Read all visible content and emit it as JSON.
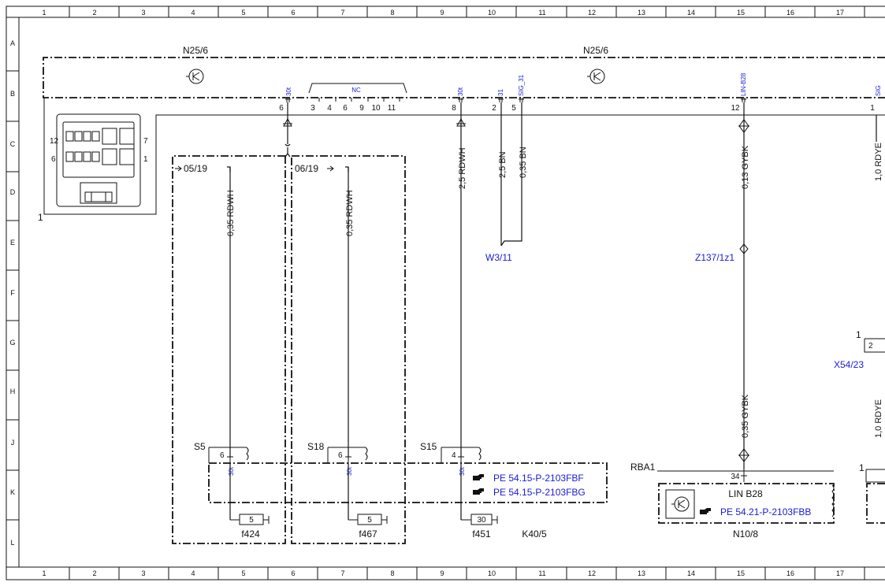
{
  "grid": {
    "columns": [
      "1",
      "2",
      "3",
      "4",
      "5",
      "6",
      "7",
      "8",
      "9",
      "10",
      "11",
      "12",
      "13",
      "14",
      "15",
      "16",
      "17"
    ],
    "rows": [
      "A",
      "B",
      "C",
      "D",
      "E",
      "F",
      "G",
      "H",
      "J",
      "K",
      "L"
    ]
  },
  "module": {
    "name_left": "N25/6",
    "name_right": "N25/6",
    "connector_callout": "1",
    "connector_pins": {
      "top_left": "12",
      "top_right": "7",
      "bottom_left": "6",
      "bottom_right": "1"
    }
  },
  "nc_label": "NC",
  "pin_labels": {
    "p6": "6",
    "p3": "3",
    "p4": "4",
    "p6b": "6",
    "p9": "9",
    "p10": "10",
    "p11": "11",
    "p8": "8",
    "p2": "2",
    "p5": "5",
    "p12": "12",
    "p1": "1"
  },
  "pin_tags": {
    "t30t_a": "30t",
    "t30t_b": "30t",
    "t31": "31",
    "tsig": "SIG_31",
    "tlin": "LIN-B28",
    "tcut": "SIG"
  },
  "references": {
    "r1": "05/19",
    "r2": "06/19"
  },
  "wires": {
    "w1": "0,35 RDWH",
    "w2": "0,35 RDWH",
    "w3": "2,5 RDWH",
    "w4": "2,5 BN",
    "w5": "0,35 BN",
    "w6": "0,13 GYBK",
    "w7": "0,35 GYBK",
    "w8": "1,0 RDYE",
    "w9": "1,0 RDYE"
  },
  "components": {
    "w3_11": "W3/11",
    "z137": "Z137/1z1",
    "x54": "X54/23",
    "x54_pin1": "1",
    "x54_pin2": "2",
    "s5": "S5",
    "s5_pin": "6",
    "s18": "S18",
    "s18_pin": "6",
    "s15": "S15",
    "s15_pin": "4",
    "fuse_tag_a": "30t",
    "fuse_tag_b": "30t",
    "fuse_tag_c": "30t",
    "fuse_a_val": "5",
    "fuse_b_val": "5",
    "fuse_c_val": "30",
    "f424": "f424",
    "f467": "f467",
    "f451": "f451",
    "k40": "K40/5",
    "rba1": "RBA1",
    "rba_pin": "34",
    "lin_b28": "LIN B28",
    "n10": "N10/8",
    "right_edge_pin": "1"
  },
  "links": {
    "pe_fbf": "PE 54.15-P-2103FBF",
    "pe_fbg": "PE 54.15-P-2103FBG",
    "pe_fbb": "PE 54.21-P-2103FBB"
  },
  "colors": {
    "line": "#111111",
    "link": "#1a1ad6",
    "background": "#ffffff"
  }
}
